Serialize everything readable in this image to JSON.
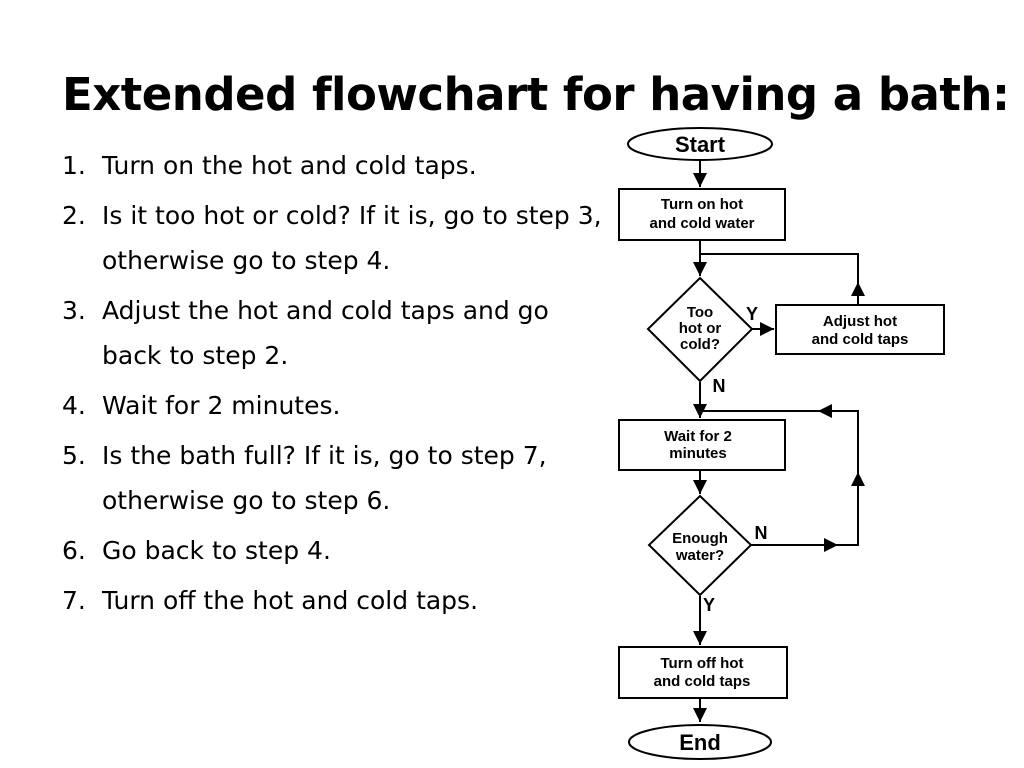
{
  "title": "Extended flowchart for having a bath:",
  "steps": [
    {
      "num": "1.",
      "text": "Turn on the hot and cold taps."
    },
    {
      "num": "2.",
      "text": "Is it too hot or cold? If it is, go to step 3, otherwise go to step 4."
    },
    {
      "num": "3.",
      "text": "Adjust the hot and cold taps and go back to step 2."
    },
    {
      "num": "4.",
      "text": "Wait for 2 minutes."
    },
    {
      "num": "5.",
      "text": "Is the bath full? If it is, go to step 7, otherwise go to step 6."
    },
    {
      "num": "6.",
      "text": "Go back to step 4."
    },
    {
      "num": "7.",
      "text": "Turn off the hot and cold taps."
    }
  ],
  "flowchart": {
    "start": "Start",
    "turn_on": [
      "Turn on hot",
      "and cold water"
    ],
    "decision_temp": [
      "Too",
      "hot or",
      "cold?"
    ],
    "adjust": [
      "Adjust hot",
      "and cold taps"
    ],
    "wait": [
      "Wait for 2",
      "minutes"
    ],
    "decision_water": [
      "Enough",
      "water?"
    ],
    "turn_off": [
      "Turn off hot",
      "and cold taps"
    ],
    "end": "End",
    "label_yes_1": "Y",
    "label_no_1": "N",
    "label_no_2": "N",
    "label_yes_2": "Y"
  }
}
